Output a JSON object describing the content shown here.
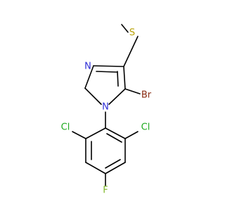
{
  "molecule": {
    "atoms": {
      "S": "S",
      "N_imidazole": "N",
      "Br": "Br",
      "N1": "N",
      "Cl_left": "Cl",
      "Cl_right": "Cl",
      "F": "F"
    },
    "colors": {
      "bond": "#000000",
      "S": "#b8a000",
      "N": "#2f2fd6",
      "Br": "#8b2c13",
      "Cl": "#1faa1f",
      "F": "#7fb82a"
    }
  }
}
